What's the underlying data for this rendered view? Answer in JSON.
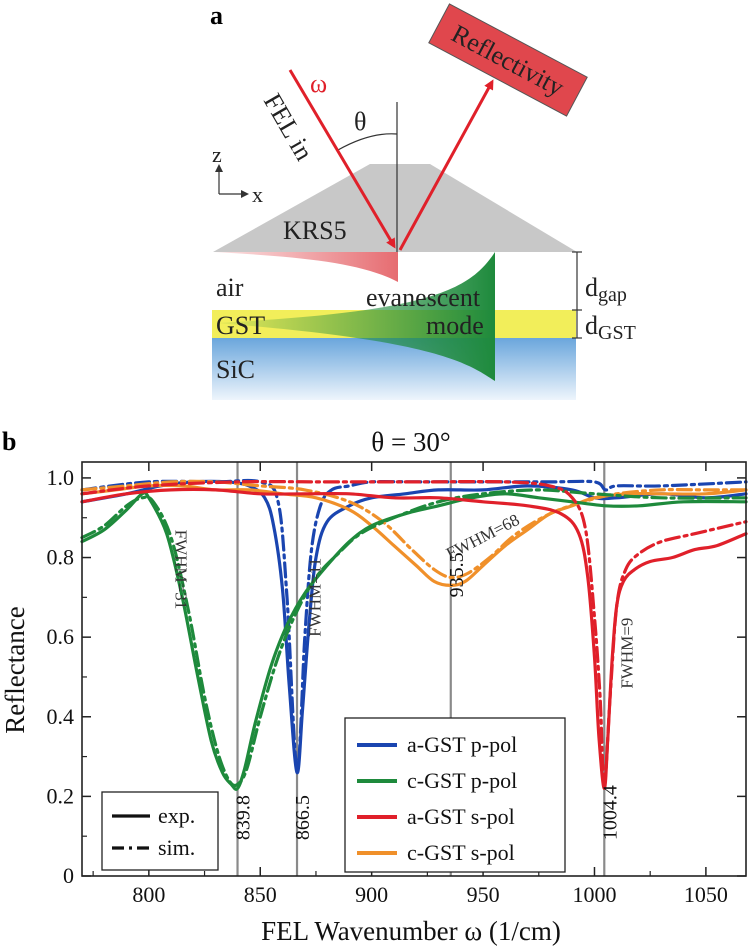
{
  "panel_a": {
    "label": "a",
    "reflectivity_box": "Reflectivity",
    "omega": "ω",
    "fel_in": "FEL in",
    "theta": "θ",
    "axis_z": "z",
    "axis_x": "x",
    "prism": "KRS5",
    "air": "air",
    "gst": "GST",
    "sic": "SiC",
    "evanescent_1": "evanescent",
    "evanescent_2": "mode",
    "d_gap": "d",
    "d_gap_sub": "gap",
    "d_gst": "d",
    "d_gst_sub": "GST",
    "colors": {
      "prism": "#c8c8c8",
      "gst": "#f2ee5a",
      "sic": "#7fb2e0",
      "beam": "#e0202a",
      "evanescent": "#1e8a3c",
      "reflect_box": "#e0474d"
    }
  },
  "panel_b": {
    "label": "b"
  },
  "chart_data": {
    "type": "line",
    "title": "θ = 30°",
    "xlabel": "FEL Wavenumber ω (1/cm)",
    "ylabel": "Reflectance",
    "xlim": [
      770,
      1068
    ],
    "ylim": [
      0,
      1.04
    ],
    "xticks": [
      800,
      850,
      900,
      950,
      1000,
      1050
    ],
    "yticks": [
      0,
      0.2,
      0.4,
      0.6,
      0.8,
      1.0
    ],
    "ytick_labels": [
      "0",
      "0.2",
      "0.4",
      "0.6",
      "0.8",
      "1.0"
    ],
    "grid": false,
    "legend": {
      "placement": "lower-right",
      "entries": [
        {
          "name": "a-GST p-pol",
          "color": "#1a45b0"
        },
        {
          "name": "c-GST p-pol",
          "color": "#1e8a3c"
        },
        {
          "name": "a-GST s-pol",
          "color": "#e0202a"
        },
        {
          "name": "c-GST s-pol",
          "color": "#f0902a"
        }
      ]
    },
    "style_legend": {
      "placement": "lower-left",
      "entries": [
        {
          "name": "exp.",
          "dash": "solid"
        },
        {
          "name": "sim.",
          "dash": "dashdot"
        }
      ]
    },
    "vlines": [
      {
        "x": 839.8,
        "label": "839.8",
        "label_y": 0.09
      },
      {
        "x": 866.5,
        "label": "866.5",
        "label_y": 0.09
      },
      {
        "x": 935.5,
        "label": "935.5",
        "label_y": 0.7
      },
      {
        "x": 1004.4,
        "label": "1004.4",
        "label_y": 0.09
      }
    ],
    "fwhm": [
      {
        "text": "FWHM=31",
        "x": 812,
        "y": 0.77,
        "angle": 90
      },
      {
        "text": "FWHM=11",
        "x": 877,
        "y": 0.7,
        "angle": -90
      },
      {
        "text": "FWHM=68",
        "x": 951,
        "y": 0.84,
        "angle": -27
      },
      {
        "text": "FWHM=9",
        "x": 1017,
        "y": 0.56,
        "angle": -90
      }
    ],
    "series": [
      {
        "name": "a-GST p-pol",
        "color": "#1a45b0",
        "kind": "exp",
        "x": [
          770,
          790,
          805,
          820,
          835,
          845,
          852,
          856,
          860,
          863,
          866.5,
          869,
          872,
          875,
          880,
          890,
          900,
          915,
          930,
          950,
          970,
          990,
          1000,
          1010,
          1030,
          1050,
          1068
        ],
        "y": [
          0.94,
          0.96,
          0.98,
          0.99,
          0.99,
          0.98,
          0.95,
          0.88,
          0.72,
          0.48,
          0.26,
          0.42,
          0.64,
          0.8,
          0.89,
          0.93,
          0.95,
          0.96,
          0.97,
          0.97,
          0.98,
          0.97,
          0.95,
          0.95,
          0.96,
          0.95,
          0.96
        ]
      },
      {
        "name": "a-GST p-pol",
        "color": "#1a45b0",
        "kind": "sim",
        "x": [
          770,
          800,
          830,
          850,
          858,
          862,
          866.5,
          870,
          873,
          877,
          882,
          890,
          900,
          920,
          950,
          980,
          1000,
          1005,
          1010,
          1030,
          1068
        ],
        "y": [
          0.97,
          0.99,
          0.99,
          0.99,
          0.94,
          0.7,
          0.27,
          0.6,
          0.82,
          0.93,
          0.97,
          0.98,
          0.99,
          0.99,
          0.99,
          0.99,
          0.99,
          0.97,
          0.98,
          0.98,
          0.99
        ]
      },
      {
        "name": "c-GST p-pol",
        "color": "#1e8a3c",
        "kind": "exp",
        "x": [
          770,
          780,
          790,
          797,
          800,
          808,
          815,
          822,
          828,
          833,
          837,
          839.8,
          843,
          848,
          855,
          862,
          870,
          880,
          890,
          900,
          915,
          930,
          945,
          960,
          975,
          990,
          1005,
          1020,
          1040,
          1068
        ],
        "y": [
          0.84,
          0.87,
          0.92,
          0.96,
          0.95,
          0.86,
          0.7,
          0.5,
          0.34,
          0.26,
          0.23,
          0.22,
          0.27,
          0.39,
          0.53,
          0.63,
          0.71,
          0.78,
          0.84,
          0.88,
          0.91,
          0.93,
          0.95,
          0.96,
          0.95,
          0.94,
          0.93,
          0.93,
          0.94,
          0.94
        ]
      },
      {
        "name": "c-GST p-pol",
        "color": "#1e8a3c",
        "kind": "sim",
        "x": [
          770,
          780,
          790,
          797,
          802,
          810,
          818,
          825,
          831,
          836,
          839.8,
          844,
          850,
          858,
          866,
          875,
          885,
          895,
          910,
          930,
          950,
          975,
          1000,
          1030,
          1068
        ],
        "y": [
          0.85,
          0.88,
          0.93,
          0.95,
          0.94,
          0.85,
          0.66,
          0.45,
          0.31,
          0.24,
          0.23,
          0.27,
          0.4,
          0.55,
          0.66,
          0.75,
          0.81,
          0.86,
          0.9,
          0.94,
          0.96,
          0.97,
          0.96,
          0.95,
          0.95
        ]
      },
      {
        "name": "a-GST s-pol",
        "color": "#e0202a",
        "kind": "exp",
        "x": [
          770,
          790,
          810,
          830,
          850,
          870,
          890,
          910,
          930,
          950,
          970,
          985,
          993,
          997,
          1000,
          1002,
          1004.4,
          1006,
          1008,
          1010,
          1013,
          1018,
          1025,
          1035,
          1045,
          1055,
          1068
        ],
        "y": [
          0.94,
          0.96,
          0.97,
          0.97,
          0.96,
          0.96,
          0.96,
          0.95,
          0.95,
          0.94,
          0.93,
          0.91,
          0.86,
          0.75,
          0.55,
          0.35,
          0.22,
          0.35,
          0.55,
          0.68,
          0.74,
          0.77,
          0.79,
          0.8,
          0.82,
          0.83,
          0.86
        ]
      },
      {
        "name": "a-GST s-pol",
        "color": "#e0202a",
        "kind": "sim",
        "x": [
          770,
          800,
          840,
          880,
          920,
          960,
          980,
          990,
          996,
          1000,
          1002.5,
          1004.4,
          1007,
          1010,
          1014,
          1020,
          1030,
          1045,
          1068
        ],
        "y": [
          0.96,
          0.98,
          0.99,
          0.99,
          0.99,
          0.99,
          0.98,
          0.95,
          0.87,
          0.65,
          0.45,
          0.23,
          0.45,
          0.68,
          0.77,
          0.81,
          0.84,
          0.86,
          0.89
        ]
      },
      {
        "name": "c-GST s-pol",
        "color": "#f0902a",
        "kind": "exp",
        "x": [
          770,
          785,
          800,
          815,
          830,
          845,
          860,
          875,
          890,
          900,
          910,
          920,
          928,
          935.5,
          942,
          950,
          960,
          970,
          980,
          990,
          1000,
          1015,
          1030,
          1050,
          1068
        ],
        "y": [
          0.96,
          0.97,
          0.98,
          0.98,
          0.97,
          0.97,
          0.96,
          0.95,
          0.92,
          0.88,
          0.83,
          0.78,
          0.74,
          0.73,
          0.74,
          0.78,
          0.83,
          0.87,
          0.91,
          0.93,
          0.95,
          0.96,
          0.96,
          0.96,
          0.97
        ]
      },
      {
        "name": "c-GST s-pol",
        "color": "#f0902a",
        "kind": "sim",
        "x": [
          770,
          790,
          810,
          830,
          850,
          870,
          890,
          905,
          918,
          928,
          935.5,
          943,
          953,
          965,
          980,
          995,
          1010,
          1030,
          1050,
          1068
        ],
        "y": [
          0.97,
          0.98,
          0.99,
          0.99,
          0.98,
          0.97,
          0.94,
          0.89,
          0.82,
          0.77,
          0.75,
          0.76,
          0.8,
          0.86,
          0.91,
          0.94,
          0.96,
          0.97,
          0.97,
          0.97
        ]
      }
    ]
  }
}
